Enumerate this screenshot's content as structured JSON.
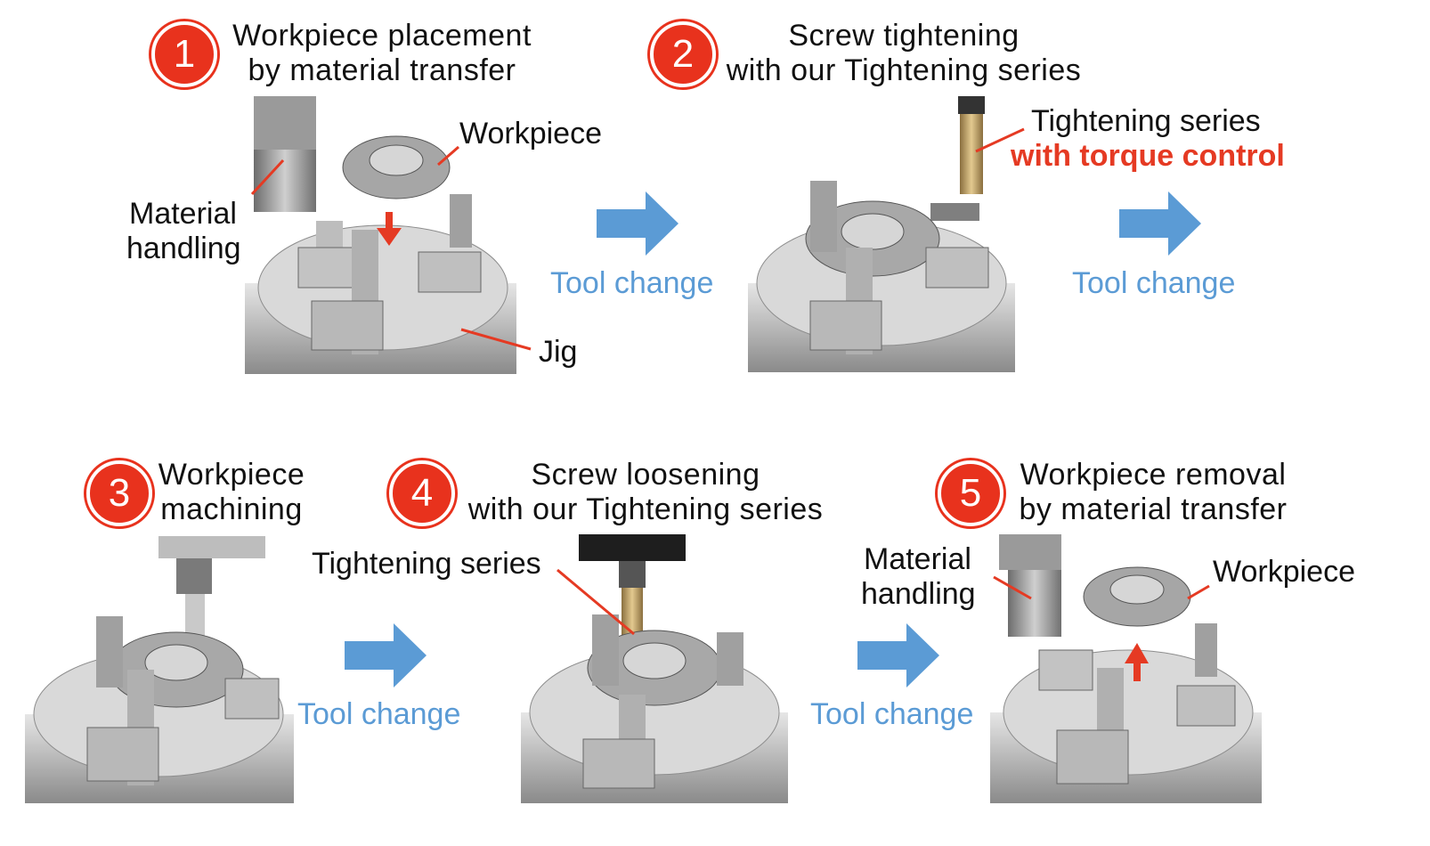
{
  "steps": [
    {
      "number": "1",
      "title_line1": "Workpiece placement",
      "title_line2": "by material transfer"
    },
    {
      "number": "2",
      "title_line1": "Screw tightening",
      "title_line2": "with our Tightening series"
    },
    {
      "number": "3",
      "title_line1": "Workpiece",
      "title_line2": "machining"
    },
    {
      "number": "4",
      "title_line1": "Screw loosening",
      "title_line2": "with our Tightening series"
    },
    {
      "number": "5",
      "title_line1": "Workpiece removal",
      "title_line2": "by material transfer"
    }
  ],
  "labels": {
    "workpiece": "Workpiece",
    "material_handling_line1": "Material",
    "material_handling_line2": "handling",
    "jig": "Jig",
    "tightening_series": "Tightening series",
    "with_torque_control": "with torque control"
  },
  "tool_change": "Tool change",
  "colors": {
    "badge": "#e8321d",
    "tool_change_text": "#5b9bd5",
    "arrow": "#5b9bd5",
    "leader": "#e53a23",
    "torque_text": "#e53a23"
  }
}
